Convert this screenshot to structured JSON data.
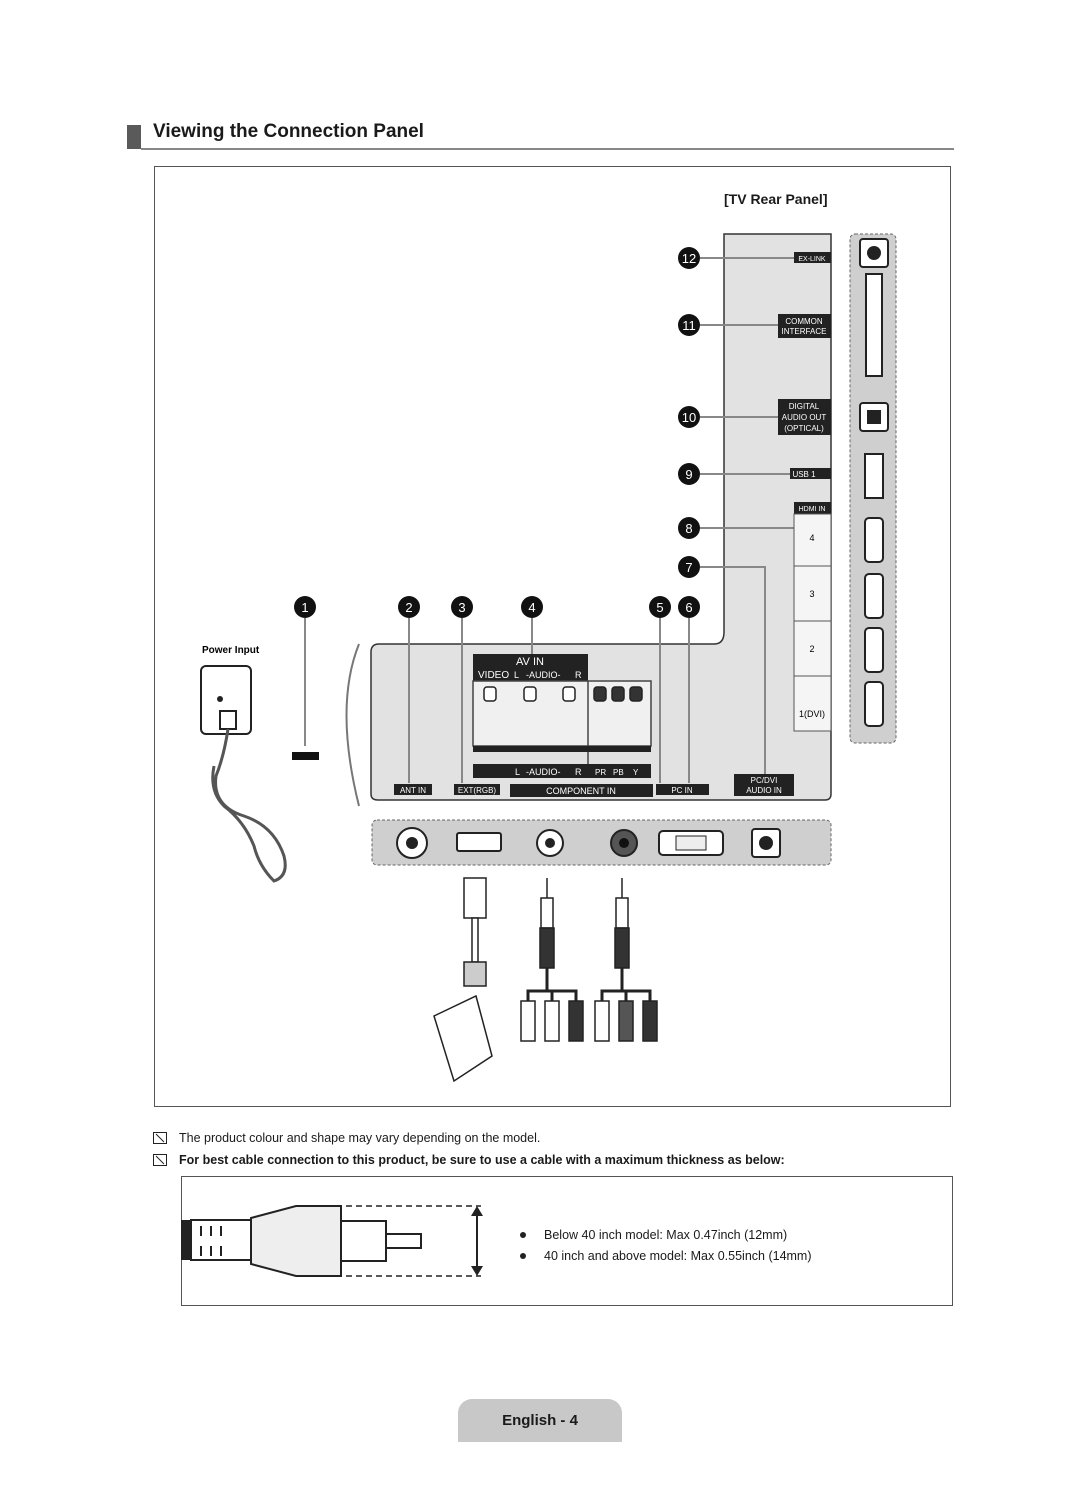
{
  "section": {
    "title": "Viewing the Connection Panel"
  },
  "panel": {
    "title": "[TV Rear Panel]",
    "power_label": "Power Input",
    "side_ports": {
      "ex_link": "EX-LINK",
      "common_interface": [
        "COMMON",
        "INTERFACE"
      ],
      "digital_audio": [
        "DIGITAL",
        "AUDIO OUT",
        "(OPTICAL)"
      ],
      "usb": "USB 1",
      "hdmi_header": "HDMI IN",
      "hdmi_slots": [
        "4",
        "3",
        "2",
        "1(DVI)"
      ]
    },
    "bottom_ports": {
      "ant_in": "ANT IN",
      "ext_rgb": "EXT(RGB)",
      "component_in": "COMPONENT IN",
      "pc_in": "PC IN",
      "pc_dvi_audio": [
        "PC/DVI",
        "AUDIO IN"
      ],
      "av_in": "AV IN",
      "av_row": [
        "VIDEO",
        "L",
        "-AUDIO-",
        "R"
      ],
      "component_row": [
        "L",
        "-AUDIO-",
        "R",
        "PR",
        "PB",
        "Y"
      ]
    },
    "callouts": [
      "1",
      "2",
      "3",
      "4",
      "5",
      "6",
      "7",
      "8",
      "9",
      "10",
      "11",
      "12"
    ]
  },
  "notes": [
    "The product colour and shape may vary depending on the model.",
    "For best cable connection to this product, be sure to use a cable with a maximum thickness as below:"
  ],
  "cable_specs": [
    "Below 40 inch model: Max 0.47inch (12mm)",
    "40 inch and above model: Max 0.55inch (14mm)"
  ],
  "footer": {
    "page_label": "English - 4"
  }
}
